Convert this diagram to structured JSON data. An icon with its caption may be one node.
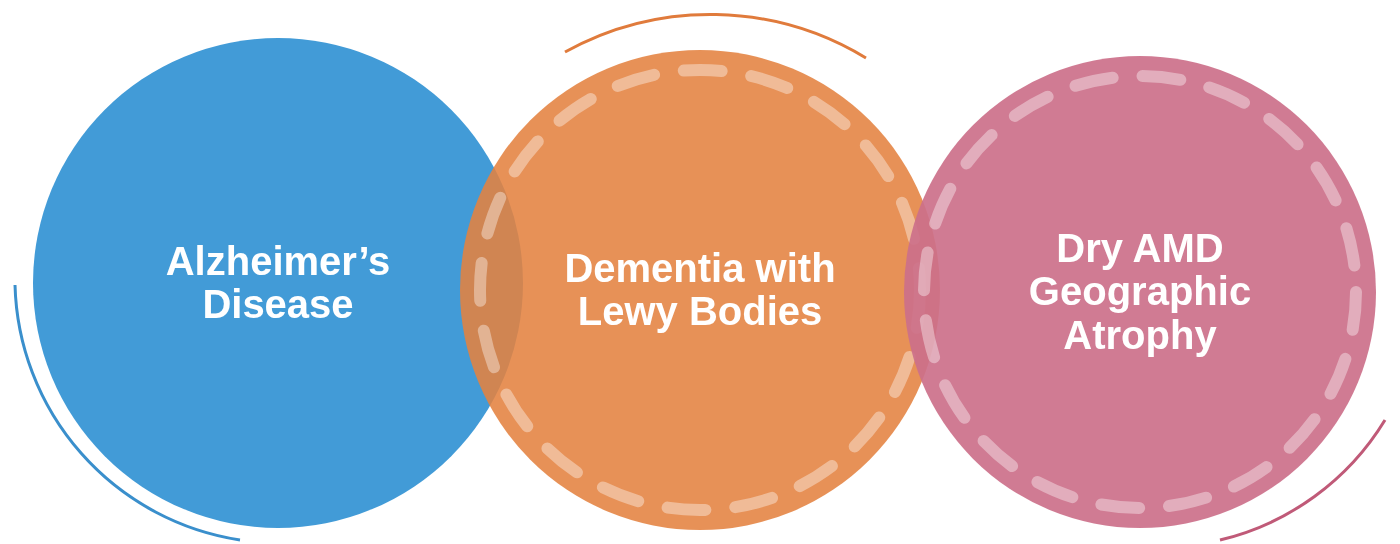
{
  "diagram": {
    "nodes": [
      {
        "text": [
          "Alzheimer’s Disease"
        ]
      },
      {
        "text": [
          "Dementia with Lewy Bodies"
        ]
      },
      {
        "text": [
          "Dry AMD Geographic Atrophy"
        ]
      }
    ]
  }
}
